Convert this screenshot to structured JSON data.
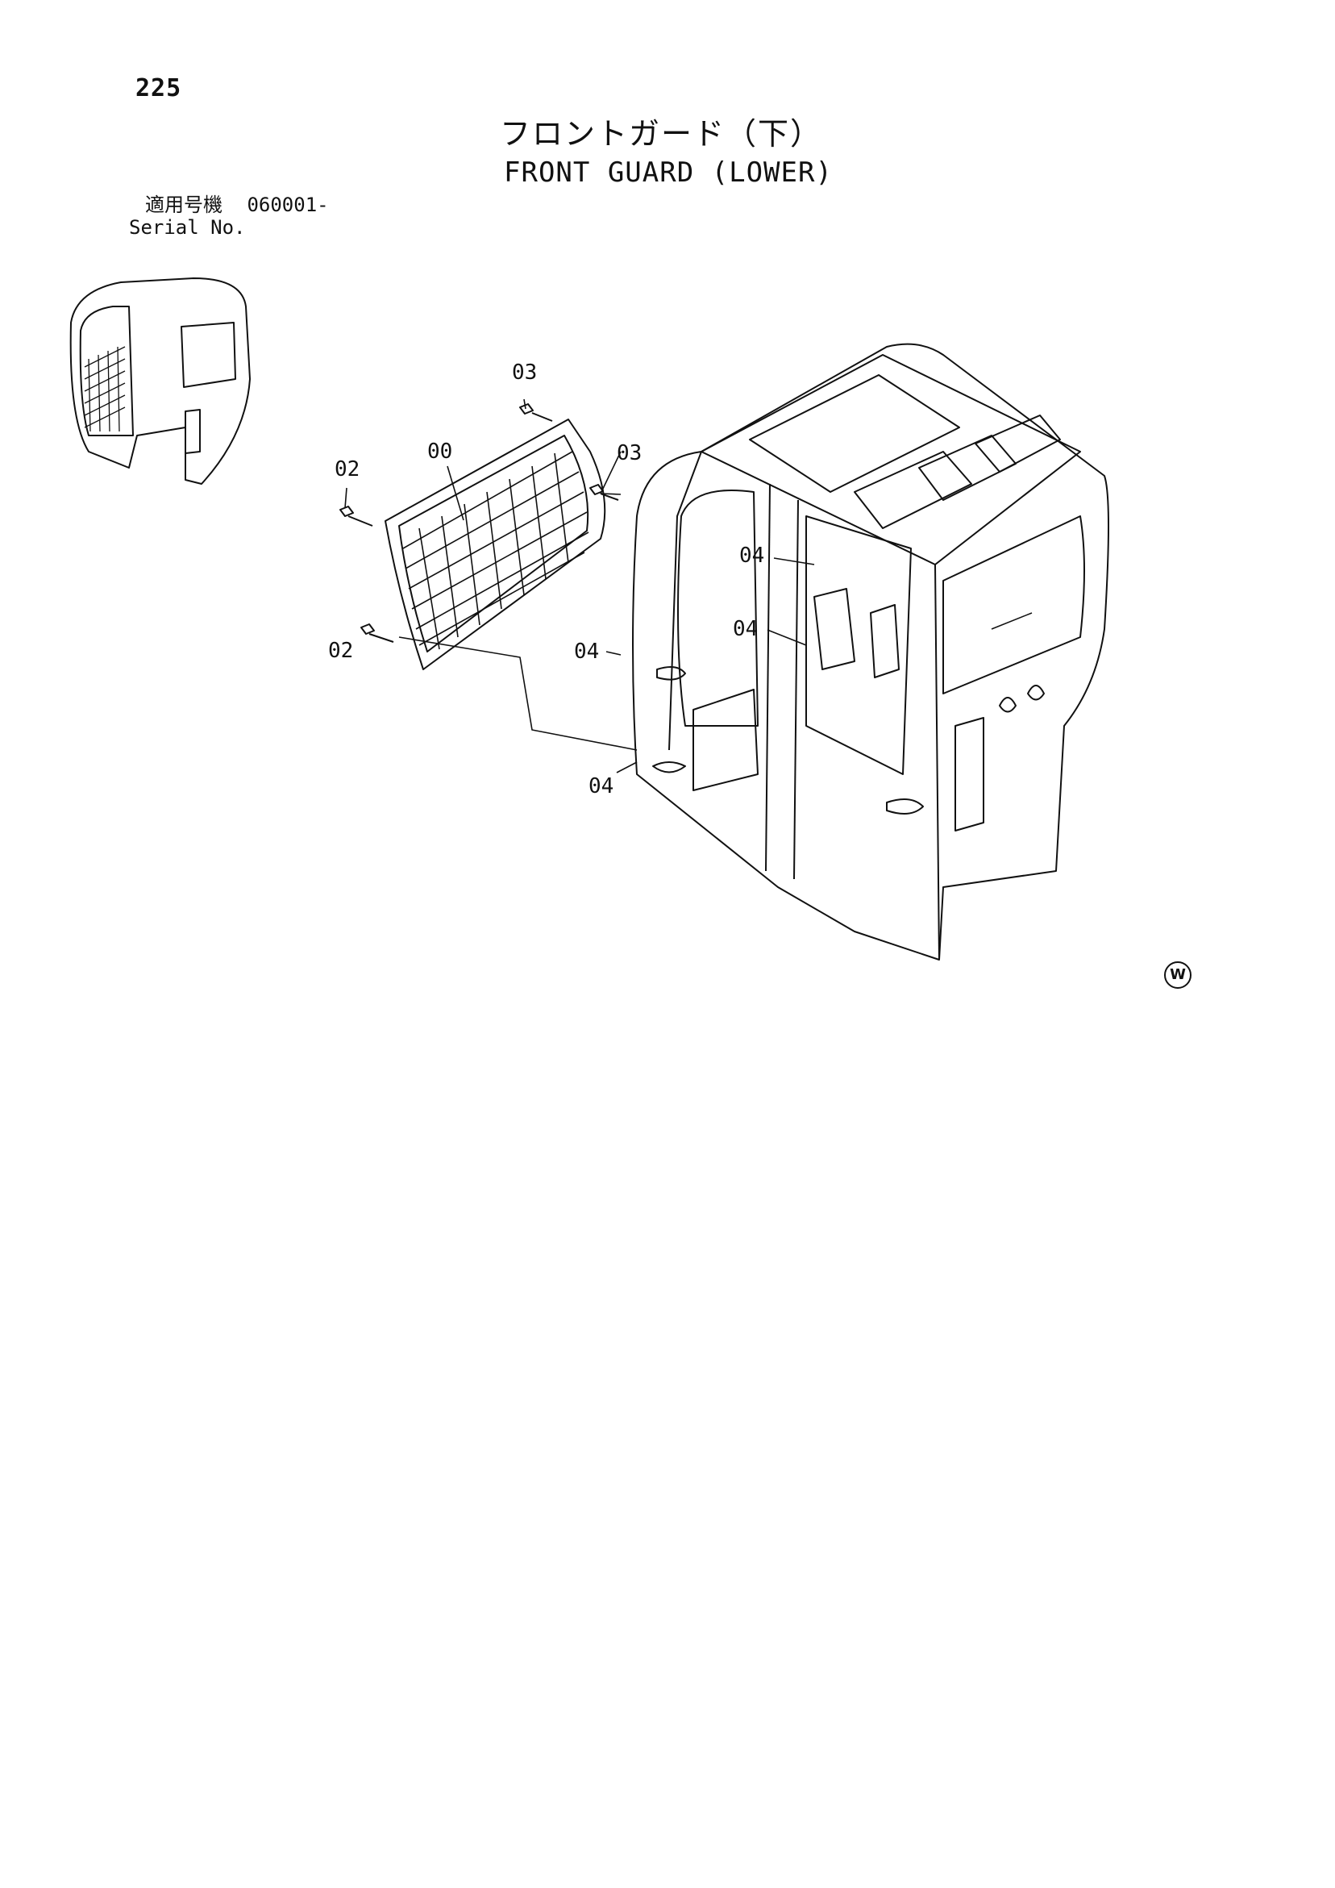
{
  "page_number": "225",
  "title_jp": "フロントガード（下）",
  "title_en": "FRONT GUARD (LOWER)",
  "serial": {
    "label_jp": "適用号機",
    "label_en": "Serial No.",
    "value": "060001-"
  },
  "callouts": {
    "c00": "00",
    "c02a": "02",
    "c02b": "02",
    "c03a": "03",
    "c03b": "03",
    "c04a": "04",
    "c04b": "04",
    "c04c": "04",
    "c04d": "04"
  },
  "mark": "W"
}
